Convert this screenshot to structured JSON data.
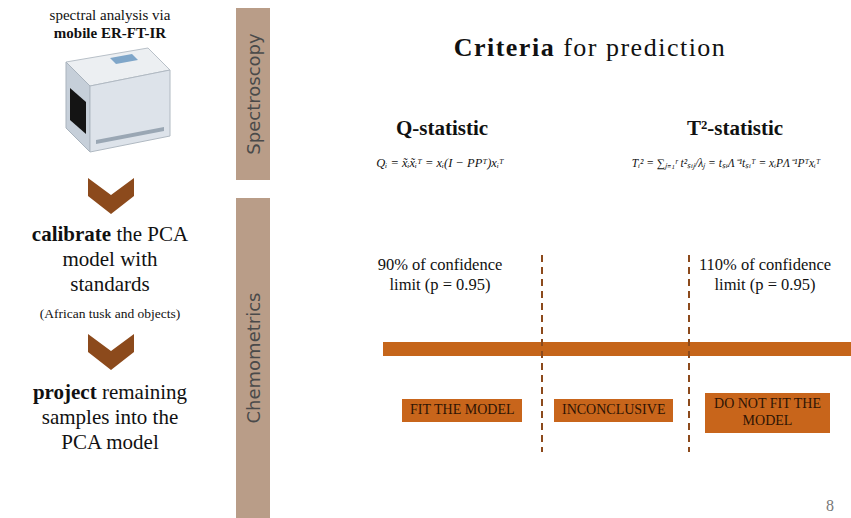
{
  "diagram": {
    "title": "Criteria for prediction",
    "nodes": [
      {
        "text": [
          "Spectroscopy"
        ]
      },
      {
        "text": [
          "Chemometrics"
        ]
      },
      {
        "text": [
          "FIT THE MODEL"
        ]
      },
      {
        "text": [
          "INCONCLUSIVE"
        ]
      },
      {
        "text": [
          "DO NOT FIT THE MODEL"
        ]
      }
    ],
    "labels": [
      "spectral analysis via mobile ER-FT-IR",
      "calibrate the PCA model with standards",
      "(African tusk and objects)",
      "project remaining samples into the PCA model",
      "Q-statistic",
      "Qᵢ = x̃ᵢx̃ᵢᵀ = xᵢ(I − PPᵀ)xᵢᵀ",
      "T²-statistic",
      "Tᵢ² = ∑ⱼ₌₁ʳ t²ₛᵢⱼ/λⱼ = tₛᵢΛ⁻¹tₛᵢᵀ = xᵢPΛ⁻¹Pᵀxᵢᵀ",
      "90% of confidence limit (p = 0.95)",
      "110% of confidence limit (p = 0.95)",
      "8"
    ]
  }
}
